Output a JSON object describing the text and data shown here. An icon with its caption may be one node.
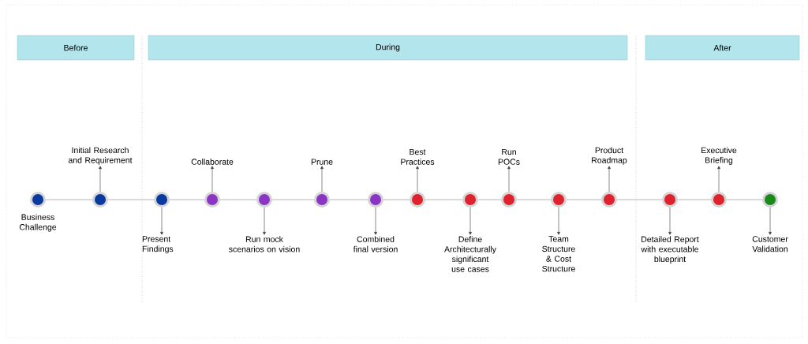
{
  "diagram": {
    "nodes": [
      {
        "text": [
          "Before"
        ]
      },
      {
        "text": [
          "During"
        ]
      },
      {
        "text": [
          "After"
        ]
      },
      {
        "text": [],
        "shape": "circle",
        "beside": [
          "Business Challenge"
        ]
      },
      {
        "text": [],
        "shape": "circle"
      },
      {
        "text": [],
        "shape": "circle"
      },
      {
        "text": [],
        "shape": "circle"
      },
      {
        "text": [],
        "shape": "circle"
      },
      {
        "text": [],
        "shape": "circle"
      },
      {
        "text": [],
        "shape": "circle"
      },
      {
        "text": [],
        "shape": "circle"
      },
      {
        "text": [],
        "shape": "circle"
      },
      {
        "text": [],
        "shape": "circle"
      },
      {
        "text": [],
        "shape": "circle"
      },
      {
        "text": [],
        "shape": "circle"
      },
      {
        "text": [],
        "shape": "circle"
      },
      {
        "text": [],
        "shape": "circle"
      },
      {
        "text": [],
        "shape": "circle"
      },
      {
        "text": [
          "Initial Research and Requirement"
        ]
      },
      {
        "text": [
          "Present Findings"
        ]
      },
      {
        "text": [
          "Collaborate"
        ]
      },
      {
        "text": [
          "Run mock scenarios on vision"
        ]
      },
      {
        "text": [
          "Prune"
        ]
      },
      {
        "text": [
          "Combined final version"
        ]
      },
      {
        "text": [
          "Best Practices"
        ]
      },
      {
        "text": [
          "Define Architecturally significant use cases"
        ]
      },
      {
        "text": [
          "Run POCs"
        ]
      },
      {
        "text": [
          "Team Structure & Cost Structure"
        ]
      },
      {
        "text": [
          "Product Roadmap"
        ]
      },
      {
        "text": [
          "Detailed Report with executable blueprint"
        ]
      },
      {
        "text": [
          "Executive Briefing"
        ]
      },
      {
        "text": [
          "Customer Validation"
        ]
      }
    ],
    "edges": [
      {
        "from": 3,
        "to": 4,
        "arrow": "none"
      },
      {
        "from": 4,
        "to": 5,
        "arrow": "none"
      },
      {
        "from": 5,
        "to": 6,
        "arrow": "none"
      },
      {
        "from": 6,
        "to": 7,
        "arrow": "none"
      },
      {
        "from": 7,
        "to": 8,
        "arrow": "none"
      },
      {
        "from": 8,
        "to": 9,
        "arrow": "none"
      },
      {
        "from": 9,
        "to": 10,
        "arrow": "none"
      },
      {
        "from": 10,
        "to": 11,
        "arrow": "none"
      },
      {
        "from": 11,
        "to": 12,
        "arrow": "none"
      },
      {
        "from": 12,
        "to": 13,
        "arrow": "none"
      },
      {
        "from": 13,
        "to": 14,
        "arrow": "none"
      },
      {
        "from": 14,
        "to": 15,
        "arrow": "none"
      },
      {
        "from": 15,
        "to": 16,
        "arrow": "none"
      },
      {
        "from": 16,
        "to": 17,
        "arrow": "none"
      },
      {
        "from": 4,
        "to": 18,
        "arrow": "to",
        "color": "#3a3a3a"
      },
      {
        "from": 5,
        "to": 19,
        "arrow": "to",
        "color": "#3a3a3a"
      },
      {
        "from": 6,
        "to": 20,
        "arrow": "to",
        "color": "#3a3a3a"
      },
      {
        "from": 7,
        "to": 21,
        "arrow": "to",
        "color": "#3a3a3a"
      },
      {
        "from": 8,
        "to": 22,
        "arrow": "to",
        "color": "#3a3a3a"
      },
      {
        "from": 9,
        "to": 23,
        "arrow": "to",
        "color": "#3a3a3a"
      },
      {
        "from": 10,
        "to": 24,
        "arrow": "to",
        "color": "#3a3a3a"
      },
      {
        "from": 11,
        "to": 25,
        "arrow": "to",
        "color": "#3a3a3a"
      },
      {
        "from": 12,
        "to": 26,
        "arrow": "to",
        "color": "#3a3a3a"
      },
      {
        "from": 13,
        "to": 27,
        "arrow": "to",
        "color": "#3a3a3a"
      },
      {
        "from": 14,
        "to": 28,
        "arrow": "to",
        "color": "#3a3a3a"
      },
      {
        "from": 15,
        "to": 29,
        "arrow": "to",
        "color": "#3a3a3a"
      },
      {
        "from": 16,
        "to": 30,
        "arrow": "to",
        "color": "#3a3a3a"
      },
      {
        "from": 17,
        "to": 31,
        "arrow": "to",
        "color": "#3a3a3a"
      }
    ]
  }
}
